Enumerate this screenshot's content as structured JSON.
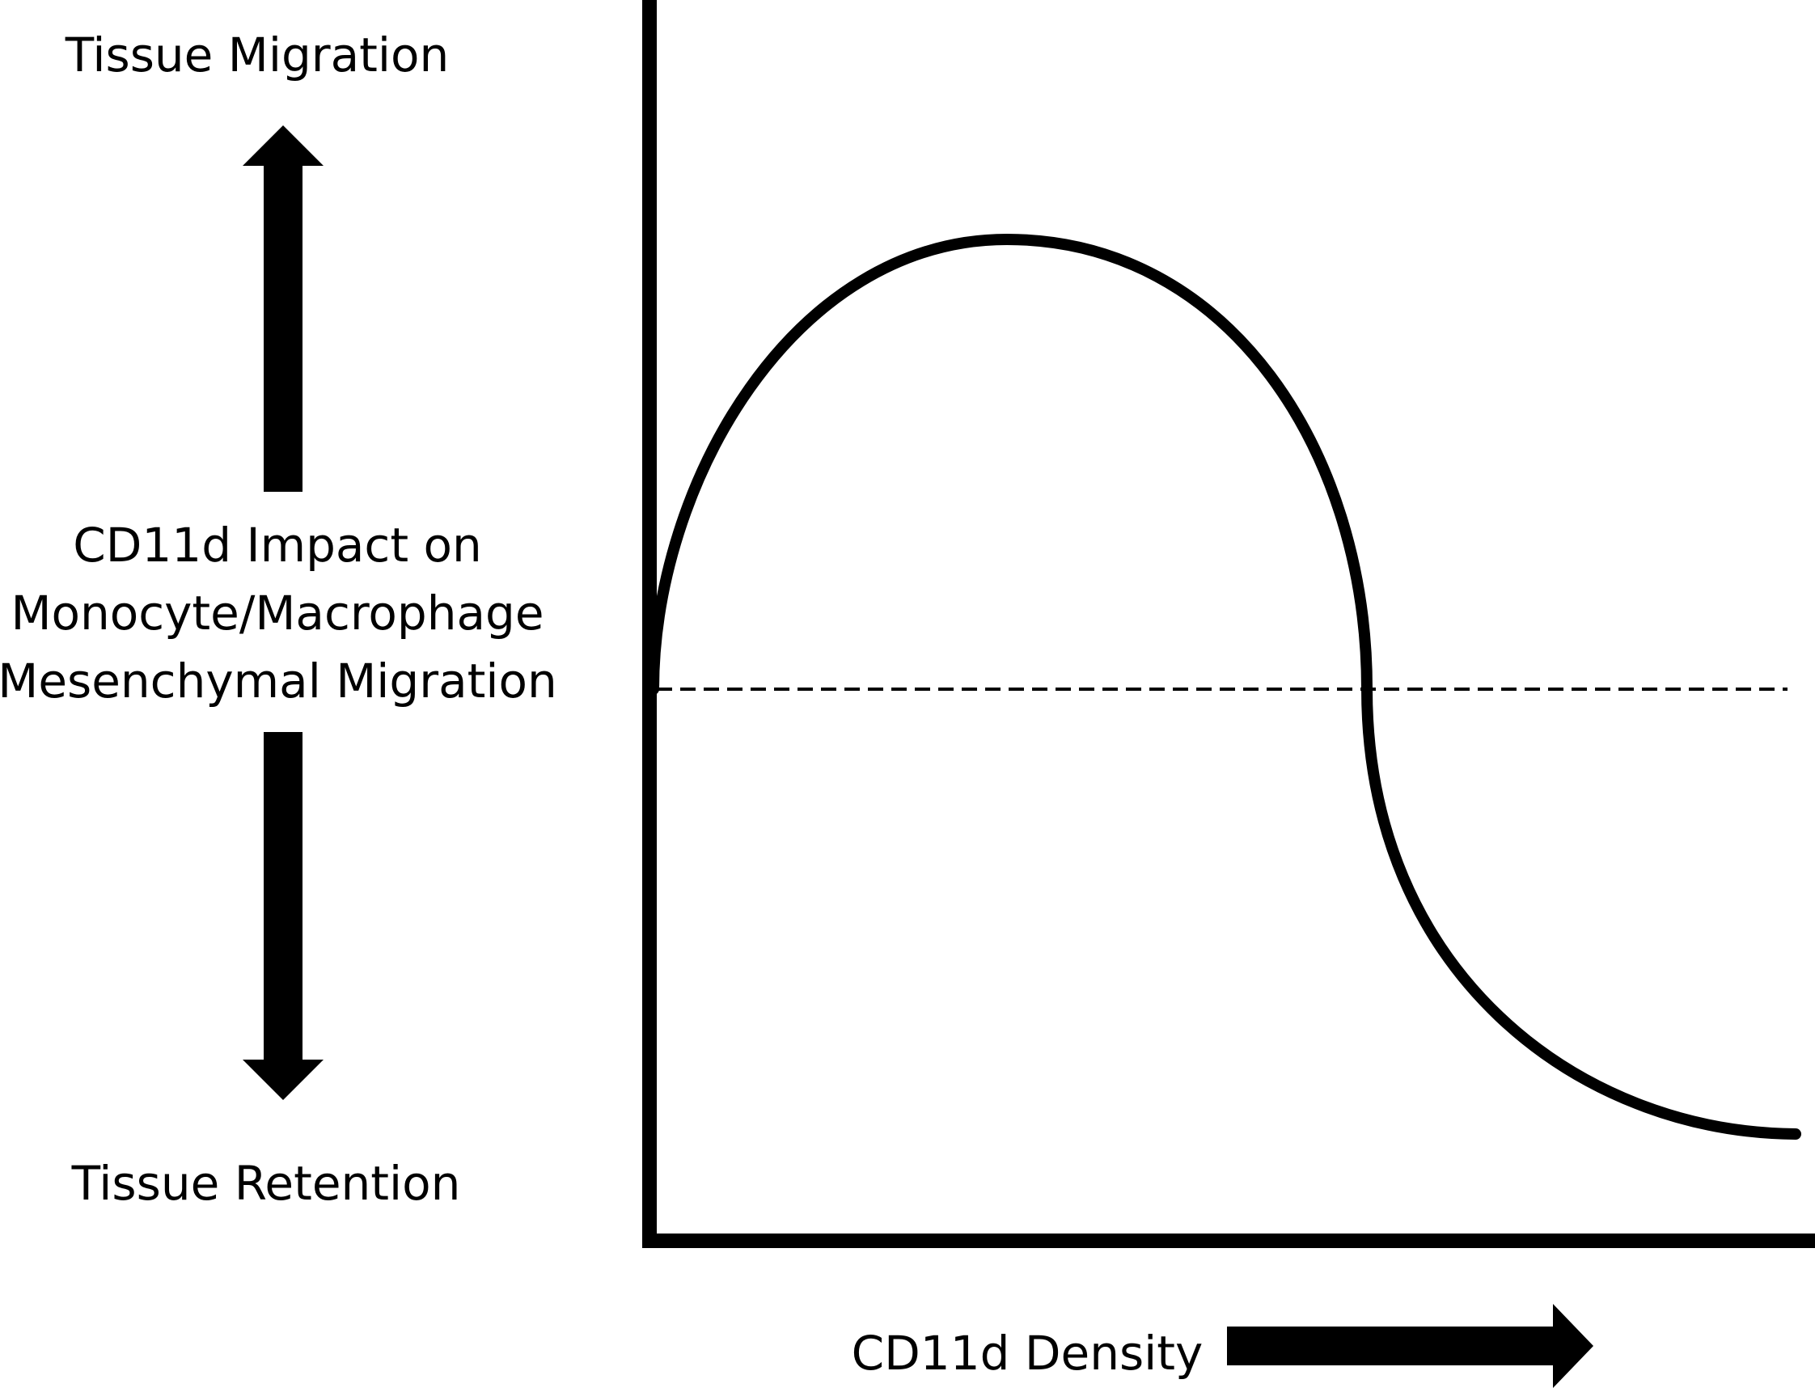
{
  "labels": {
    "top": "Tissue Migration",
    "center_line1": "CD11d Impact on",
    "center_line2": "Monocyte/Macrophage",
    "center_line3": "Mesenchymal Migration",
    "bottom": "Tissue Retention",
    "x_axis": "CD11d Density"
  },
  "colors": {
    "ink": "#000000",
    "background": "#ffffff"
  },
  "icons": {
    "up": "arrow-up-icon",
    "down": "arrow-down-icon",
    "right": "arrow-right-icon"
  }
}
